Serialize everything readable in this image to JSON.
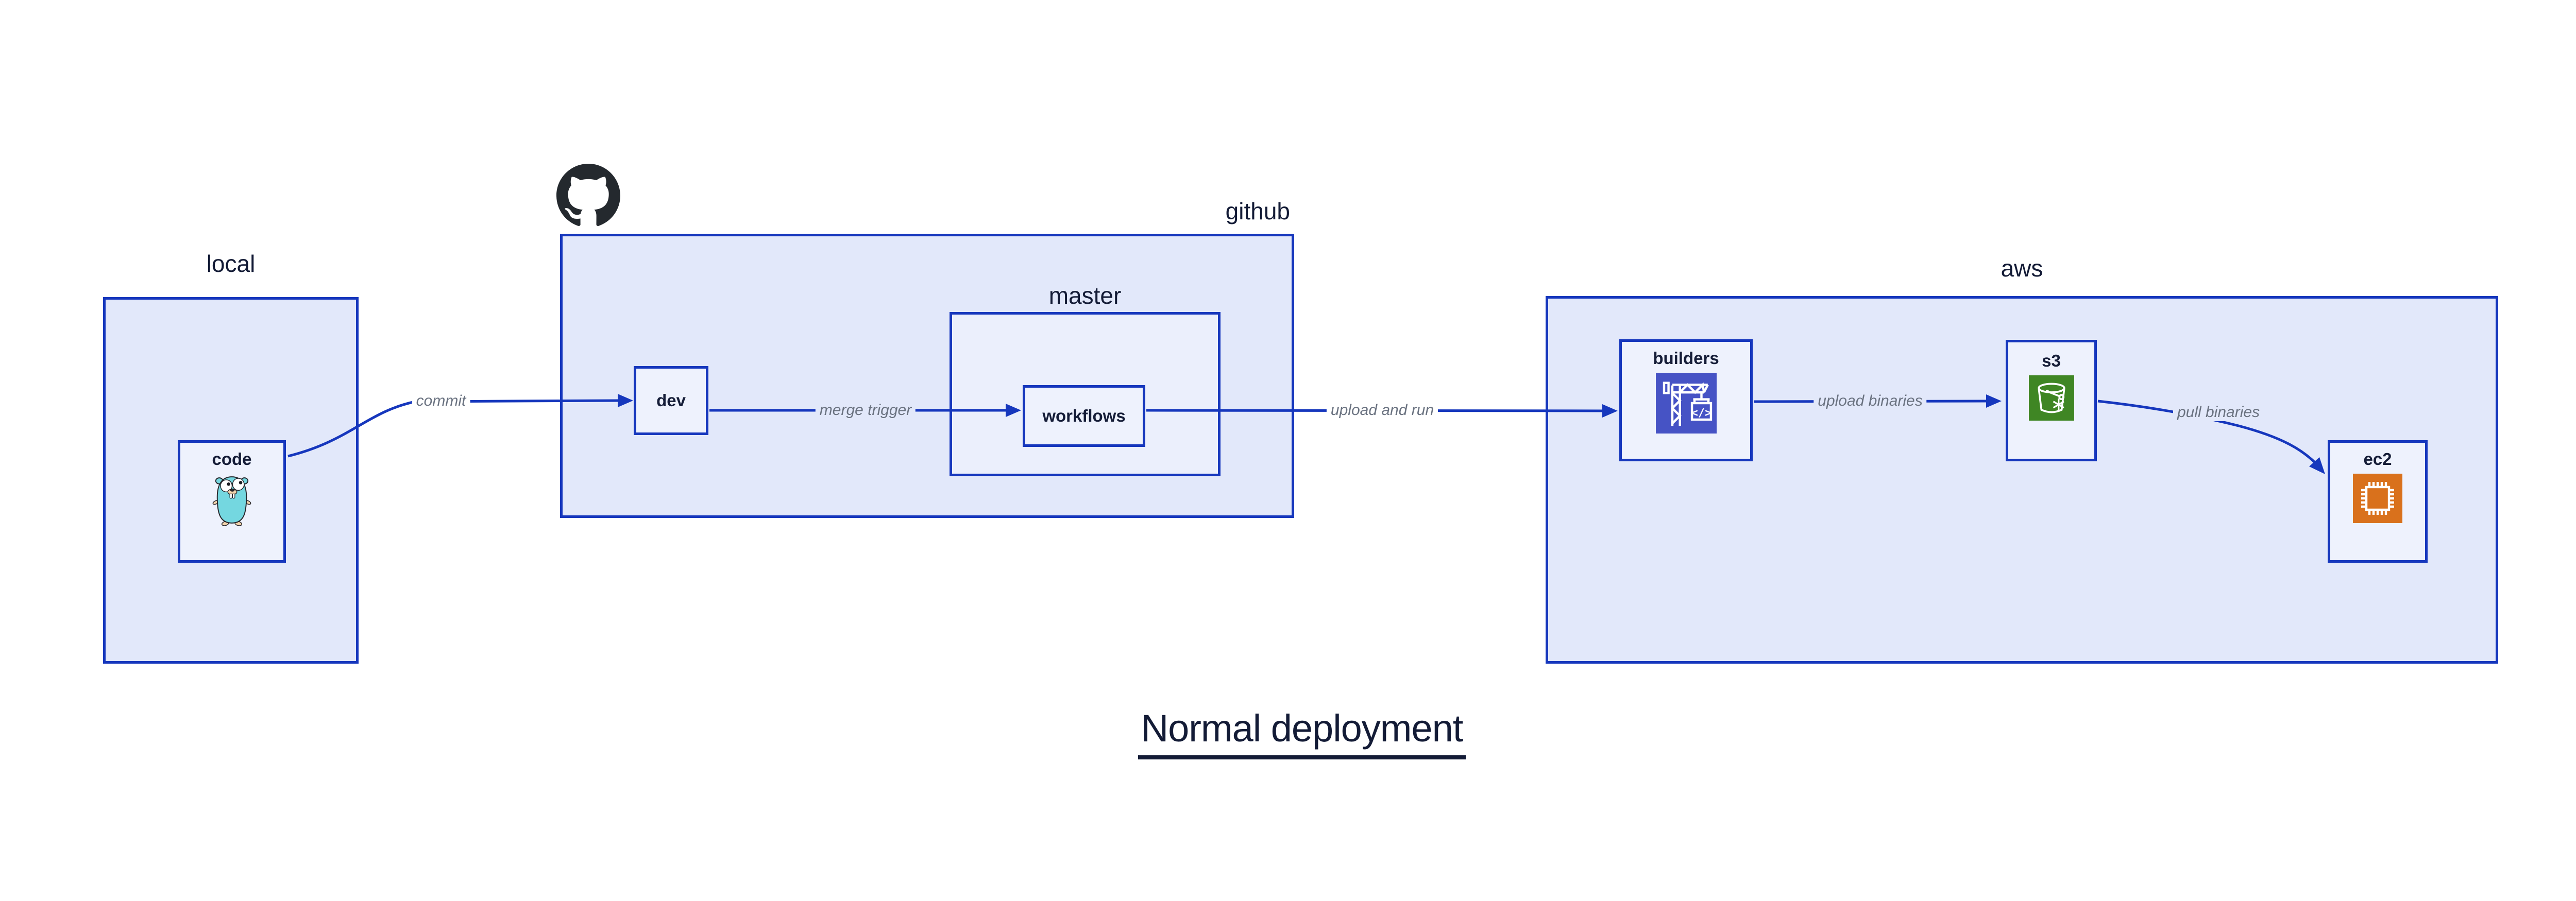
{
  "title": "Normal deployment",
  "groups": [
    {
      "label": "local"
    },
    {
      "label": "github",
      "logo_icon": "github-logo-icon"
    },
    {
      "label": "master"
    },
    {
      "label": "aws"
    }
  ],
  "nodes": [
    {
      "label": "code",
      "icon": "go-gopher-icon"
    },
    {
      "label": "dev"
    },
    {
      "label": "workflows"
    },
    {
      "label": "builders",
      "icon": "codebuild-crane-icon"
    },
    {
      "label": "s3",
      "icon": "s3-glacier-bucket-icon"
    },
    {
      "label": "ec2",
      "icon": "ec2-chip-icon"
    }
  ],
  "edges": [
    {
      "label": "commit"
    },
    {
      "label": "merge trigger"
    },
    {
      "label": "upload and run"
    },
    {
      "label": "upload binaries"
    },
    {
      "label": "pull binaries"
    }
  ],
  "colors": {
    "background": "#ffffff",
    "border_blue": "#1637bd",
    "group_fill": "#e2e8fa",
    "inner_group_fill": "#ebeffc",
    "node_fill": "#eef2fd",
    "text_dark": "#131b36",
    "edge_label_gray": "#6a7280",
    "codebuild_icon_bg": "#4653c5",
    "s3_icon_bg": "#3f8624",
    "ec2_icon_bg": "#d9711c",
    "github_logo": "#24292e",
    "gopher_body": "#74d7e0"
  }
}
